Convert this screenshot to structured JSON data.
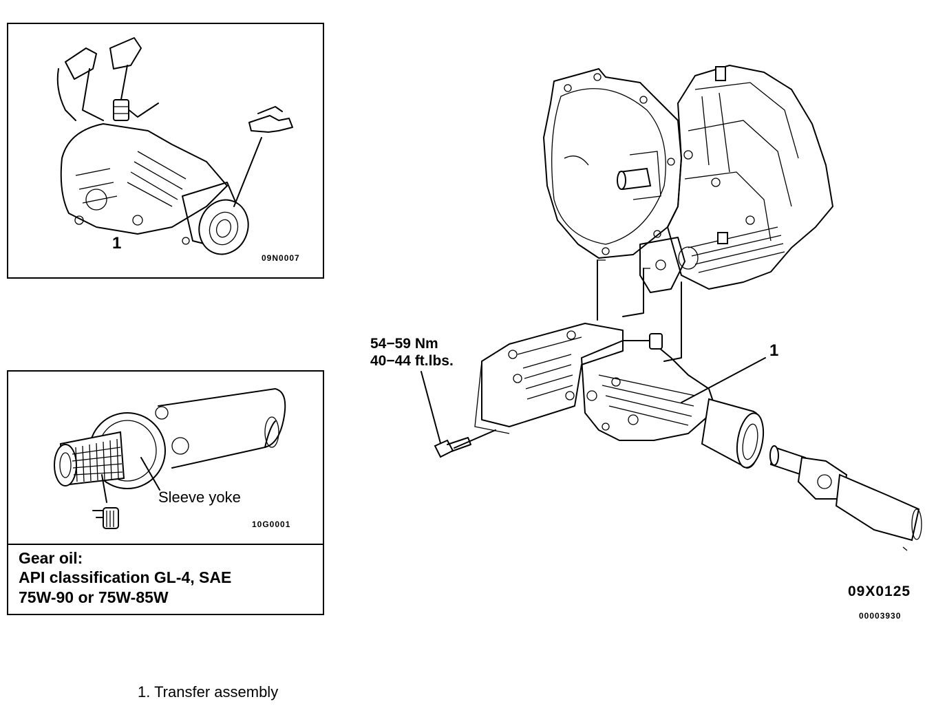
{
  "panel1": {
    "callout": "1",
    "code": "09N0007"
  },
  "panel2": {
    "label": "Sleeve yoke",
    "code": "10G0001"
  },
  "gear_oil": {
    "line1": "Gear oil:",
    "line2": "API classification GL-4, SAE",
    "line3": "75W-90 or 75W-85W"
  },
  "main": {
    "torque_nm": "54−59 Nm",
    "torque_ftlbs": "40−44 ft.lbs.",
    "callout": "1",
    "code": "09X0125",
    "subcode": "00003930"
  },
  "legend": {
    "item1": "1. Transfer assembly"
  }
}
